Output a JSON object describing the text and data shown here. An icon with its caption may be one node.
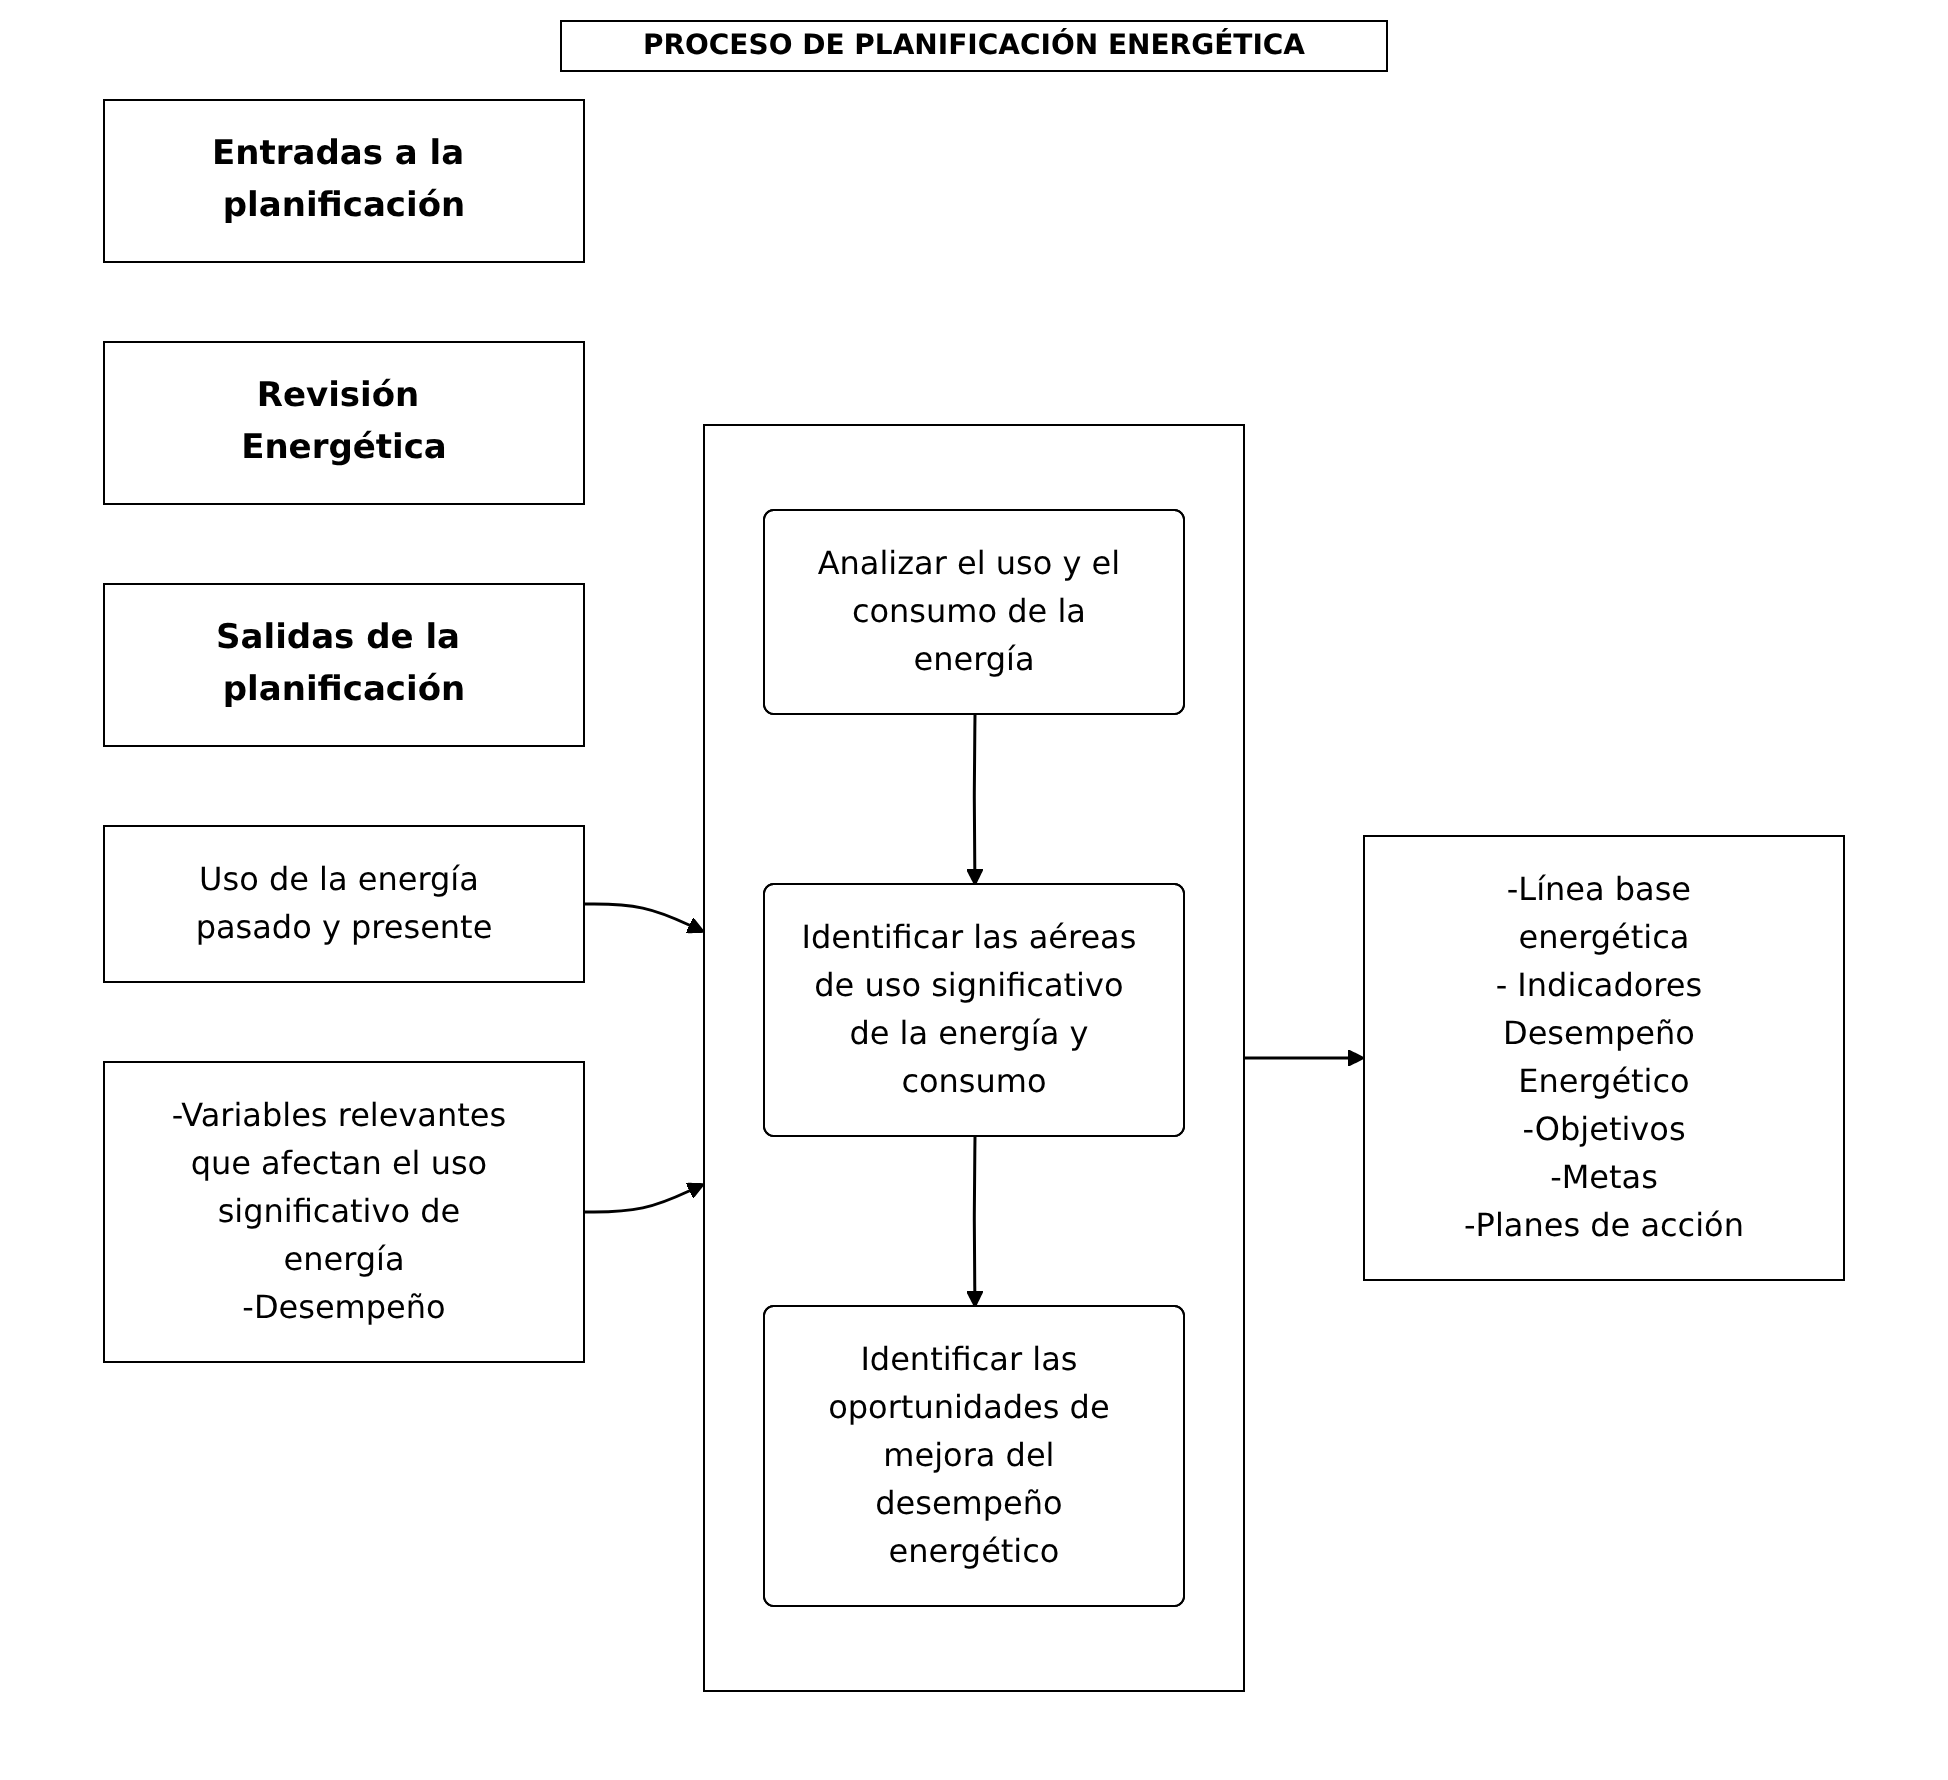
{
  "diagram": {
    "title": "PROCESO DE PLANIFICACIÓN ENERGÉTICA",
    "nodes": [
      {
        "text": [
          "Entradas a la planificación"
        ]
      },
      {
        "text": [
          "Revisión Energética"
        ]
      },
      {
        "text": [
          "Salidas de la planificación"
        ]
      },
      {
        "text": [
          "Uso de la energía pasado y presente"
        ]
      },
      {
        "text": [
          "-Variables relevantes que afectan el uso significativo de energía",
          "-Desempeño"
        ]
      },
      {
        "text": [],
        "shape": "box"
      },
      {
        "text": [
          "Analizar el uso y el consumo de la energía"
        ],
        "in": 5
      },
      {
        "text": [
          "Identificar las aéreas de uso significativo de la energía y consumo"
        ],
        "in": 5
      },
      {
        "text": [
          "Identificar las oportunidades de mejora del desempeño energético"
        ],
        "in": 5
      },
      {
        "text": [
          "-Línea base energética",
          "- Indicadores Desempeño Energético",
          "-Objetivos",
          "-Metas",
          "-Planes de acción"
        ]
      }
    ],
    "edges": [
      {
        "from": 3,
        "to": 5,
        "arrow": "to"
      },
      {
        "from": 4,
        "to": 5,
        "arrow": "to"
      },
      {
        "from": 6,
        "to": 7,
        "arrow": "to"
      },
      {
        "from": 7,
        "to": 8,
        "arrow": "to"
      },
      {
        "from": 5,
        "to": 9,
        "arrow": "to"
      }
    ]
  }
}
